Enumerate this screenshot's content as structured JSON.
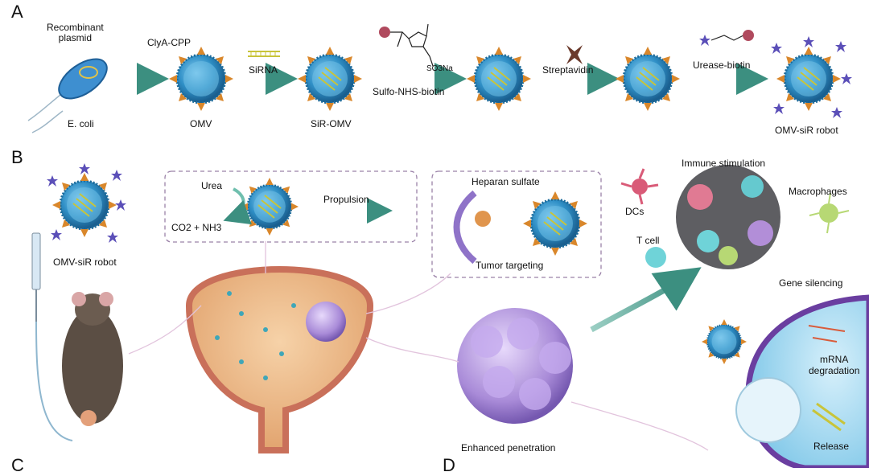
{
  "panels": {
    "a": "A",
    "b": "B",
    "c": "C",
    "d": "D"
  },
  "panel_a": {
    "plasmid_label": "Recombinant\nplasmid",
    "ecoli_label": "E. coli",
    "clya_label": "ClyA-CPP",
    "omv_label": "OMV",
    "sirna_label": "SiRNA",
    "siromv_label": "SiR-OMV",
    "sulfo_label": "Sulfo-NHS-biotin",
    "so3na_label": "SO3Na",
    "strep_label": "Streptavidin",
    "urease_label": "Urease-biotin",
    "robot_label": "OMV-siR robot"
  },
  "panel_b": {
    "robot_label": "OMV-siR robot",
    "urea_label": "Urea",
    "co2_label": "CO2 + NH3",
    "propulsion_label": "Propulsion",
    "heparan_label": "Heparan sulfate",
    "tumor_targeting_label": "Tumor targeting",
    "dcs_label": "DCs",
    "tcell_label": "T cell",
    "immune_label": "Immune stimulation",
    "macrophages_label": "Macrophages",
    "gene_silencing_label": "Gene silencing",
    "mrna_label": "mRNA\ndegradation",
    "release_label": "Release",
    "penetration_label": "Enhanced penetration"
  },
  "colors": {
    "omv_blue": "#2f8fc6",
    "arrow_teal": "#5aa89a",
    "spike_orange": "#d9872b",
    "tumor_purple": "#a98bd8",
    "bladder_tan": "#e9b98a",
    "urease_purple": "#5b4fb8",
    "biotin_red": "#b04a5e"
  }
}
